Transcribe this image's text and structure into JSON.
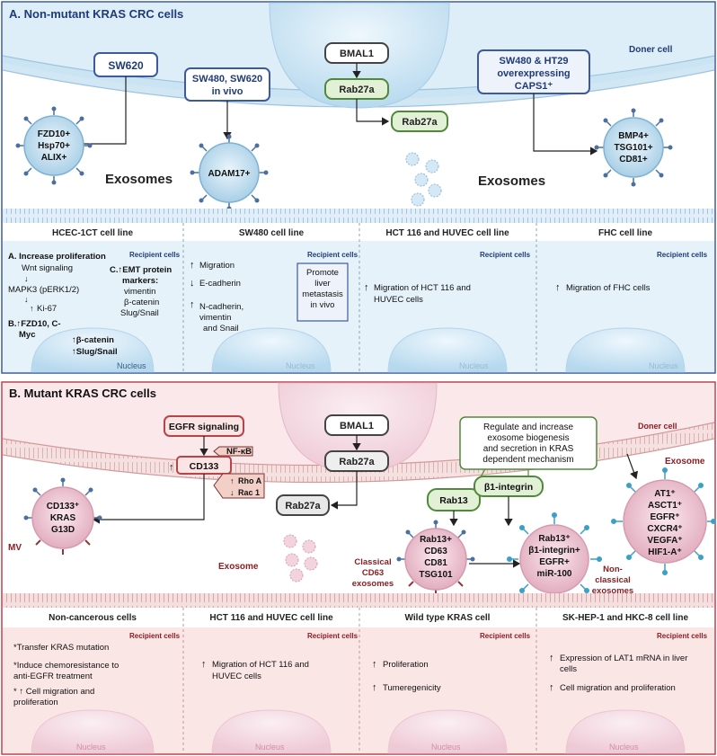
{
  "panel_a": {
    "title": "A. Non-mutant KRAS CRC cells",
    "doner_label": "Doner cell",
    "boxes": {
      "sw620": "SW620",
      "sw480_sw620": [
        "SW480, SW620",
        "in vivo"
      ],
      "bmal1": "BMAL1",
      "rab27a_inner": "Rab27a",
      "rab27a_outer": "Rab27a",
      "sw480_ht29": [
        "SW480 & HT29",
        "overexpressing",
        "CAPS1⁺"
      ]
    },
    "exosome_1": [
      "FZD10+",
      "Hsp70+",
      "ALIX+"
    ],
    "exosome_2": [
      "ADAM17+"
    ],
    "exosome_3": [
      "BMP4+",
      "TSG101+",
      "CD81+"
    ],
    "exosomes_label_left": "Exosomes",
    "exosomes_label_right": "Exosomes",
    "cell_lines": [
      "HCEC-1CT cell line",
      "SW480 cell line",
      "HCT 116 and HUVEC cell line",
      "FHC cell line"
    ],
    "recipient_label": "Recipient cells",
    "nucleus_label": "Nucleus",
    "col1": {
      "a_title": "A. Increase proliferation",
      "a_items": [
        "Wnt signaling",
        "MAPK3 (pERK1/2)",
        "Ki-67"
      ],
      "b_title": [
        "B.↑FZD10, C-",
        "Myc"
      ],
      "c_title": [
        "C.↑EMT protein",
        "markers:"
      ],
      "c_items": [
        "vimentin",
        "β-catenin",
        "Slug/Snail"
      ],
      "bottom": [
        "↑β-catenin",
        "↑Slug/Snail"
      ]
    },
    "col2": {
      "items": [
        "Migration",
        "E-cadherin"
      ],
      "item3": [
        "N-cadherin,",
        "vimentin",
        "and Snail"
      ],
      "box": [
        "Promote",
        "liver",
        "metastasis",
        "in vivo"
      ]
    },
    "col3": [
      "Migration of HCT 116 and",
      "HUVEC cells"
    ],
    "col4": [
      "Migration of FHC cells"
    ]
  },
  "panel_b": {
    "title": "B. Mutant KRAS CRC cells",
    "doner_label": "Doner cell",
    "egfr": "EGFR signaling",
    "nfkb": "NF-κB",
    "cd133": "CD133",
    "rhoa": "Rho A",
    "rac1": "Rac 1",
    "bmal1": "BMAL1",
    "rab27a_inner": "Rab27a",
    "rab27a_outer": "Rab27a",
    "regulate": [
      "Regulate and increase",
      "exosome biogenesis",
      "and secretion in KRAS",
      "dependent mechanism"
    ],
    "rab13": "Rab13",
    "b1_integrin": "β1-integrin",
    "mv_label": "MV",
    "mv_content": [
      "CD133⁺",
      "KRAS",
      "G13D"
    ],
    "exosome_label": "Exosome",
    "exosome_label2": "Exosome",
    "classical_label": [
      "Classical",
      "CD63",
      "exosomes"
    ],
    "nonclassical_label": [
      "Non-",
      "classical",
      "exosomes"
    ],
    "exo_classical": [
      "Rab13+",
      "CD63",
      "CD81",
      "TSG101"
    ],
    "exo_nonclassical": [
      "Rab13⁺",
      "β1-integrin+",
      "EGFR+",
      "miR-100"
    ],
    "exo_right": [
      "AT1⁺",
      "ASCT1⁺",
      "EGFR⁺",
      "CXCR4⁺",
      "VEGFA⁺",
      "HIF1-A⁺"
    ],
    "cell_lines": [
      "Non-cancerous cells",
      "HCT 116 and HUVEC cell line",
      "Wild type KRAS cell",
      "SK-HEP-1 and HKC-8  cell line"
    ],
    "recipient_label": "Recipient cells",
    "nucleus_label": "Nucleus",
    "col1": [
      "*Transfer KRAS mutation",
      "*Induce  chemoresistance  to",
      "anti-EGFR treatment",
      "* ↑  Cell   migration   and",
      "proliferation"
    ],
    "col2": [
      "Migration of HCT 116 and",
      "HUVEC cells"
    ],
    "col3": [
      "Proliferation",
      "Tumeregenicity"
    ],
    "col4": [
      "Expression of LAT1 mRNA in liver",
      "cells",
      "Cell migration and proliferation"
    ]
  },
  "colors": {
    "blue_border": "#3d5a9e",
    "blue_fill": "#e8f3fb",
    "red_border": "#b8444a",
    "red_fill": "#fbe4e4",
    "green_border": "#4e8a3a",
    "navy_text": "#1f3b78",
    "dark_red_text": "#8a1e24"
  }
}
